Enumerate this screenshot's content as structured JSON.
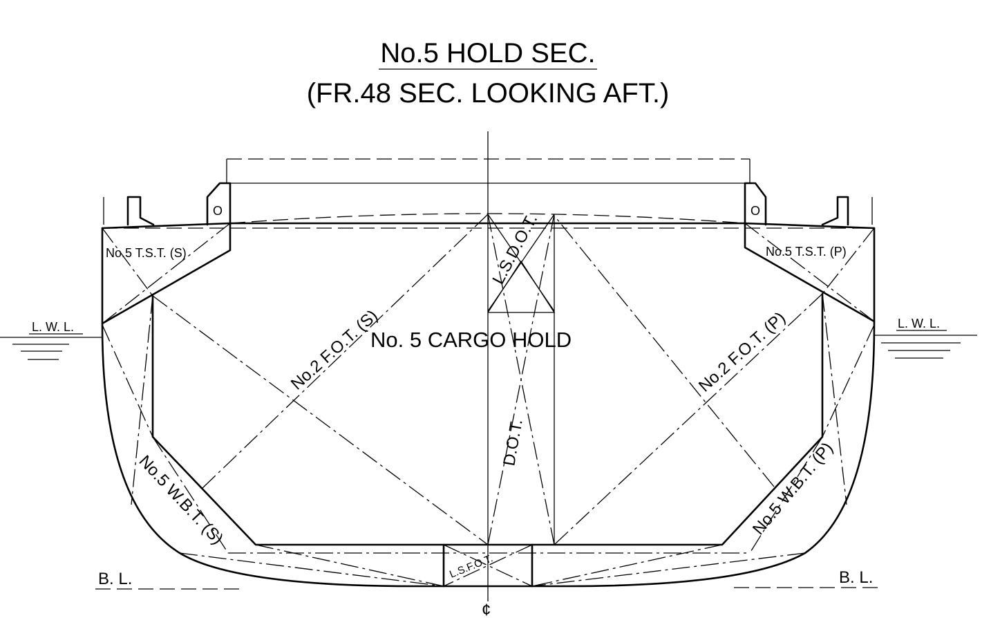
{
  "title": {
    "line1": "No.5 HOLD SEC.",
    "line2": "(FR.48 SEC. LOOKING AFT.)"
  },
  "labels": {
    "cargo_hold": "No. 5  CARGO  HOLD",
    "tst_s": "No.5 T.S.T. (S)",
    "tst_p": "No.5 T.S.T. (P)",
    "fot_s": "No.2 F.O.T. (S)",
    "fot_p": "No.2 F.O.T. (P)",
    "wbt_s": "No.5 W.B.T. (S)",
    "wbt_p": "No.5 W.B.T. (P)",
    "lsdot": "L.S.D.O.T.",
    "dot": "D.O.T.",
    "lsfot": "L.S.F.O.T.",
    "lwl_left": "L. W. L.",
    "lwl_right": "L. W. L.",
    "bl_left": "B. L.",
    "bl_right": "B. L.",
    "coaming_left": "O",
    "coaming_right": "O",
    "centerline": "¢"
  }
}
